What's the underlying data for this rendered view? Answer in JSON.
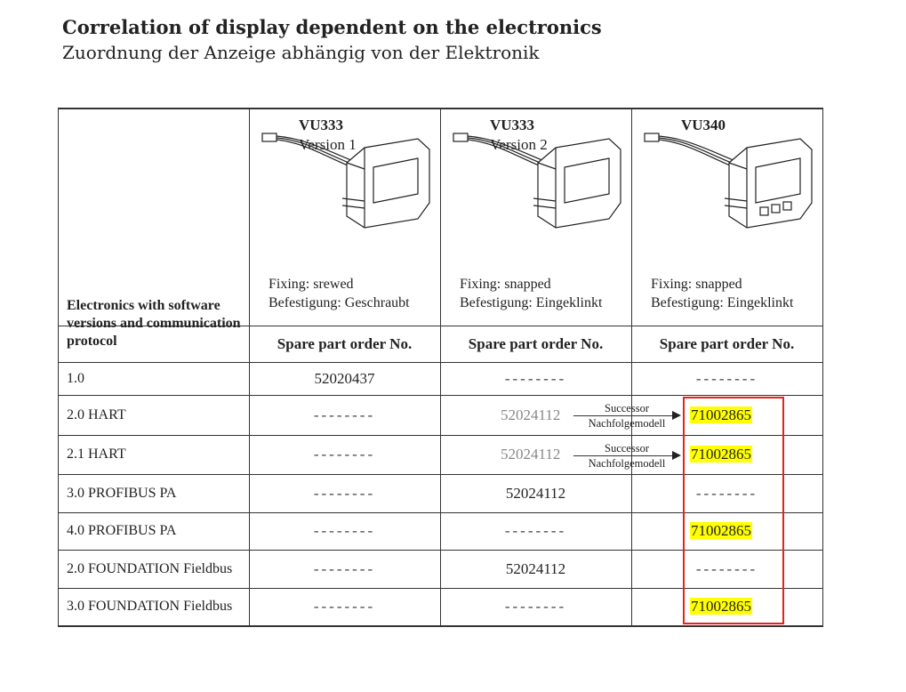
{
  "title_en": "Correlation of display dependent on the electronics",
  "title_de": "Zuordnung der Anzeige abhängig von der Elektronik",
  "corner_header": "Electronics with software versions and communication protocol",
  "columns": [
    {
      "model": "VU333",
      "version": "Version 1",
      "fixing": "Fixing: srewed",
      "befestigung": "Befestigung: Geschraubt",
      "order_label": "Spare part order No."
    },
    {
      "model": "VU333",
      "version": "Version 2",
      "fixing": "Fixing: snapped",
      "befestigung": "Befestigung: Eingeklinkt",
      "order_label": "Spare part order No."
    },
    {
      "model": "VU340",
      "version": "",
      "fixing": "Fixing: snapped",
      "befestigung": "Befestigung: Eingeklinkt",
      "order_label": "Spare part order No."
    }
  ],
  "successor": {
    "en": "Successor",
    "de": "Nachfolgemodell"
  },
  "rows": [
    {
      "label": "1.0",
      "c1": "52020437",
      "c2": "--------",
      "c3": "--------"
    },
    {
      "label": "2.0 HART",
      "c1": "--------",
      "c2": "52024112",
      "c3": "71002865"
    },
    {
      "label": "2.1 HART",
      "c1": "--------",
      "c2": "52024112",
      "c3": "71002865"
    },
    {
      "label": "3.0 PROFIBUS PA",
      "c1": "--------",
      "c2": "52024112",
      "c3": "--------"
    },
    {
      "label": "4.0 PROFIBUS PA",
      "c1": "--------",
      "c2": "--------",
      "c3": "71002865"
    },
    {
      "label": "2.0 FOUNDATION Fieldbus",
      "c1": "--------",
      "c2": "52024112",
      "c3": "--------"
    },
    {
      "label": "3.0 FOUNDATION Fieldbus",
      "c1": "--------",
      "c2": "--------",
      "c3": "71002865"
    }
  ],
  "colors": {
    "highlight": "#ffff00",
    "box": "#e8211b"
  }
}
